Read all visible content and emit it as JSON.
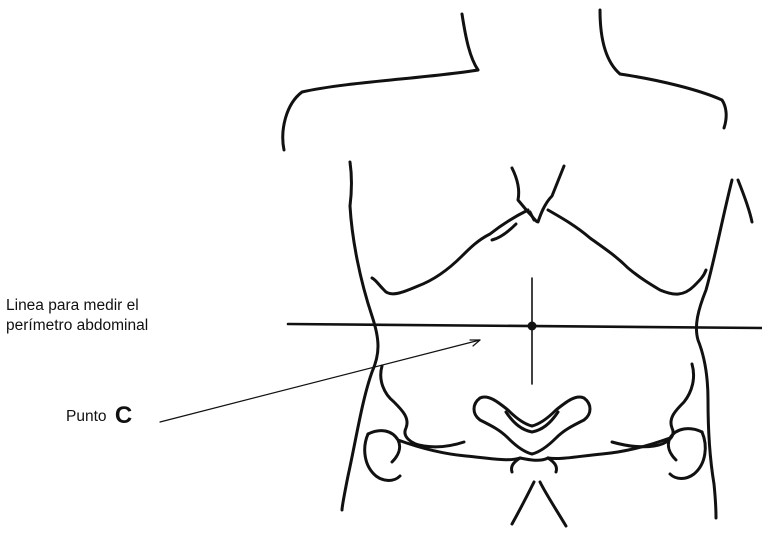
{
  "labels": {
    "line_label_1": "Linea para medir el",
    "line_label_2": "perímetro abdominal",
    "point_prefix": "Punto",
    "point_letter": "C"
  },
  "colors": {
    "ink": "#111111",
    "background": "#ffffff"
  }
}
